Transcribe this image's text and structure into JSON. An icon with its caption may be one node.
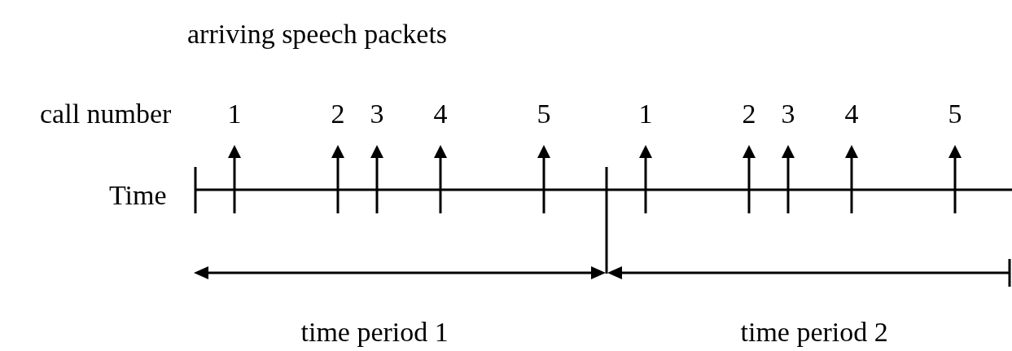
{
  "diagram": {
    "title": "arriving speech packets",
    "labels": [
      "call number",
      "1",
      "2",
      "3",
      "4",
      "5",
      "1",
      "2",
      "3",
      "4",
      "5",
      "Time",
      "time period 1",
      "time period 2"
    ]
  }
}
